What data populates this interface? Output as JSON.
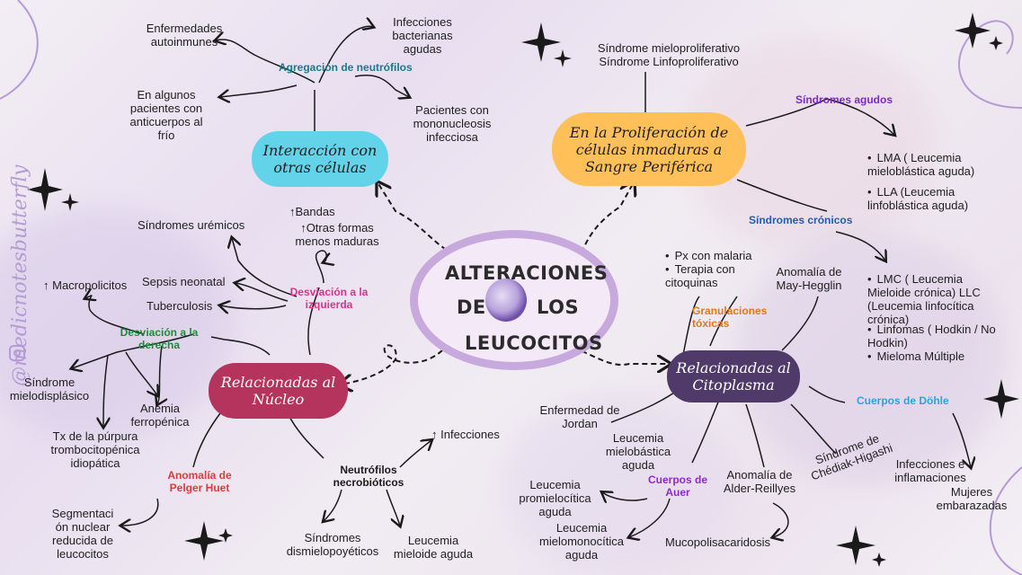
{
  "center": {
    "line1": "ALTERACIONES",
    "line2a": "DE",
    "line2b": "LOS",
    "line3": "LEUCOCITOS"
  },
  "branches": {
    "interaccion": "Interacción con otras células",
    "proliferacion": "En la Proliferación de células inmaduras a Sangre Periférica",
    "nucleo": "Relacionadas al Núcleo",
    "citoplasma": "Relacionadas al Citoplasma"
  },
  "headers": {
    "agregacion": "Agregación de neutrófilos",
    "desv_izq": "Desviación a la izquierda",
    "desv_der": "Desviación a la derecha",
    "pelger": "Anomalía de Pelger Huet",
    "necrob": "Neutrófilos necrobióticos",
    "sind_agudos": "Síndromes agudos",
    "sind_cronicos": "Síndromes crónicos",
    "granulaciones": "Granulaciones tóxicas",
    "dohle": "Cuerpos de Döhle",
    "auer": "Cuerpos de Auer"
  },
  "items": {
    "autoinmunes": "Enfermedades autoinmunes",
    "bacterianas": "Infecciones bacterianas agudas",
    "anticuerpos": "En algunos pacientes con anticuerpos al frío",
    "mononucleosis": "Pacientes con mononucleosis infecciosa",
    "mielo_linfo": "Síndrome mieloproliferativo Síndrome Linfoproliferativo",
    "lma": "LMA ( Leucemia mieloblástica aguda)",
    "lla": "LLA (Leucemia linfoblástica aguda)",
    "lmc": "LMC ( Leucemia Mieloide crónica) LLC (Leucemia linfocítica crónica)",
    "linfomas": "Linfomas ( Hodkin / No Hodkin)",
    "mieloma": "Mieloma Múltiple",
    "malaria": "Px con malaria",
    "citoquinas": "Terapia con citoquinas",
    "may_hegglin": "Anomalía de May-Hegglin",
    "uremicos": "Síndromes urémicos",
    "bandas": "↑Bandas",
    "otras_formas": "↑Otras formas menos maduras",
    "sepsis": "Sepsis neonatal",
    "tuberculosis": "Tuberculosis",
    "macropolicitos": "↑ Macropolicitos",
    "mielodisplasico": "Síndrome mielodisplásico",
    "anemia": "Anemia ferropénica",
    "purpura": "Tx de la púrpura trombocitopénica idiopática",
    "segmentacion": "Segmentaci ón nuclear reducida de leucocitos",
    "infecciones": "↑ Infecciones",
    "dismielopoyeticos": "Síndromes dismielopoyéticos",
    "leuc_mieloide": "Leucemia mieloide aguda",
    "jordan": "Enfermedad de Jordan",
    "mielobastica": "Leucemia mielobástica aguda",
    "promielocitica": "Leucemia promielocítica aguda",
    "mielomonocitica": "Leucemia mielomonocítica aguda",
    "alder": "Anomalía de Alder-Reillyes",
    "mucopoli": "Mucopolisacaridosis",
    "chediak": "Síndrome de Chédiak-Higashi",
    "inflamaciones": "Infecciones e inflamaciones",
    "embarazadas": "Mujeres embarazadas"
  },
  "watermark": "@medicnotesbutterfly",
  "colors": {
    "interaccion_bg": "#62d3e8",
    "proliferacion_bg": "#ffc05a",
    "nucleo_bg": "#b4345e",
    "citoplasma_bg": "#4f3a6a",
    "center_ring": "#c7a9dd",
    "agregacion": "#1a7a8a",
    "desv_izq": "#e0308a",
    "desv_der": "#1f8a3c",
    "pelger": "#e23a3a",
    "sind_agudos": "#7a2bd0",
    "sind_cronicos": "#1e5db6",
    "granulaciones": "#e0781f",
    "dohle": "#2fa2e0",
    "auer": "#8c2bd0"
  }
}
